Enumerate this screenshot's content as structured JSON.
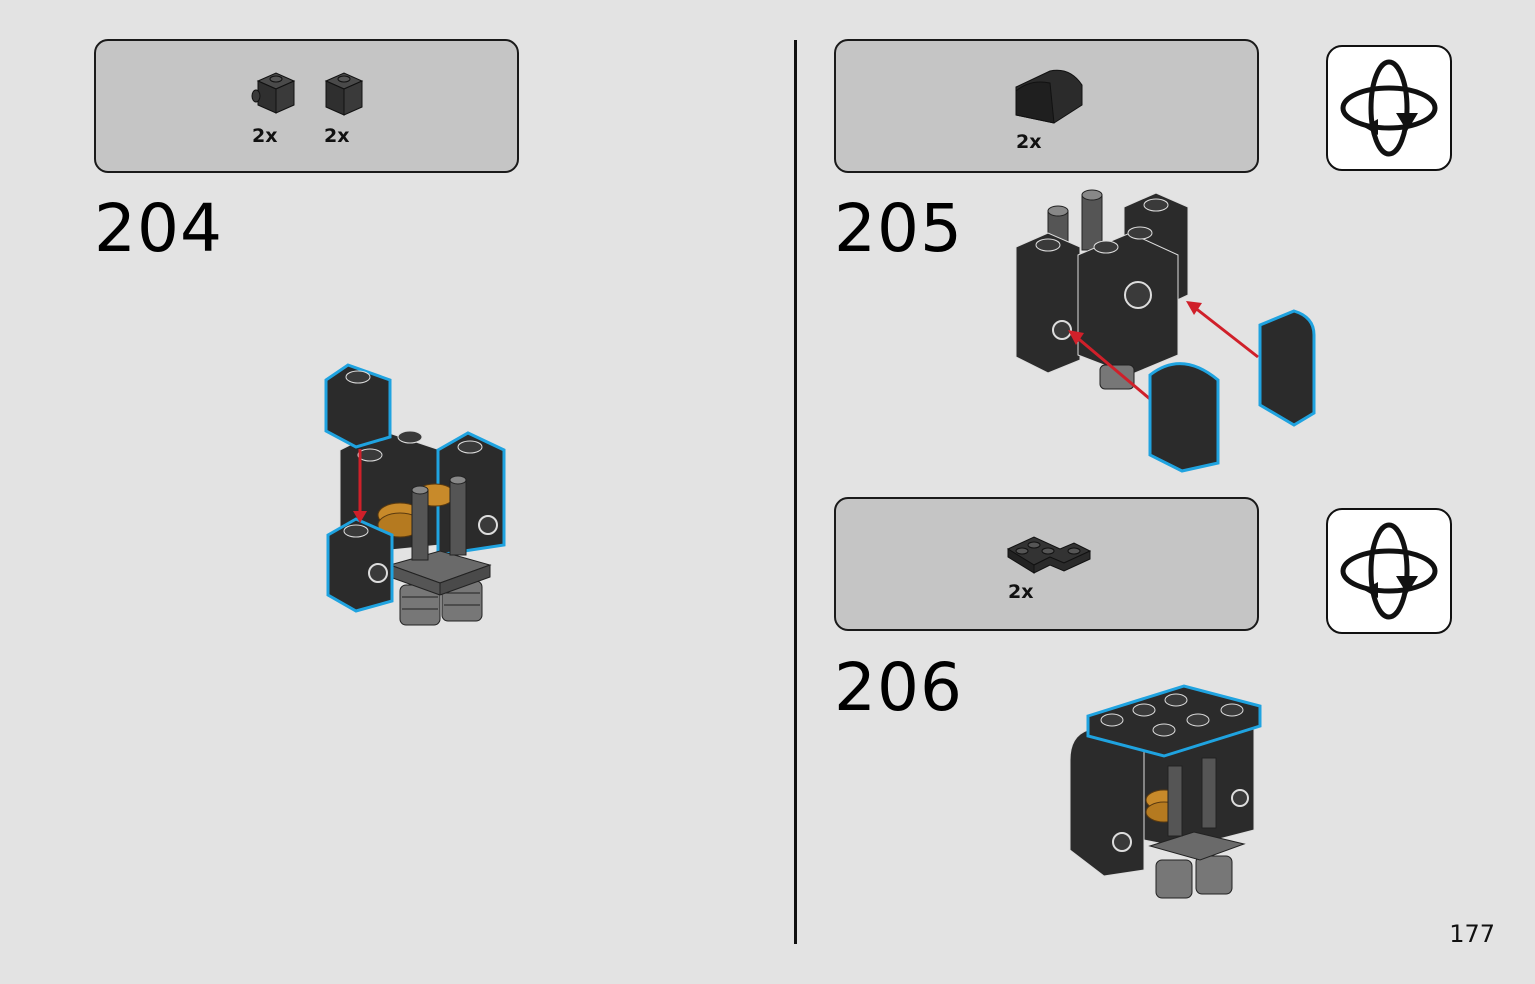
{
  "steps": [
    {
      "number": "204",
      "parts": [
        {
          "qty": "2x",
          "icon": "brick-1x1-with-stud-on-side-icon"
        },
        {
          "qty": "2x",
          "icon": "brick-1x1-icon"
        }
      ]
    },
    {
      "number": "205",
      "parts": [
        {
          "qty": "2x",
          "icon": "slope-curved-1x1-icon"
        }
      ],
      "rotate_icon": "rotate-model-icon"
    },
    {
      "number": "206",
      "parts": [
        {
          "qty": "2x",
          "icon": "plate-2x2-corner-icon"
        }
      ],
      "rotate_icon": "rotate-model-icon"
    }
  ],
  "page_number": "177",
  "colors": {
    "background": "#e3e3e3",
    "parts_box": "#c5c5c5",
    "brick_black": "#2b2b2b",
    "highlight_blue": "#1fa3e0",
    "arrow_red": "#d0202a",
    "gold": "#c88a2a"
  }
}
